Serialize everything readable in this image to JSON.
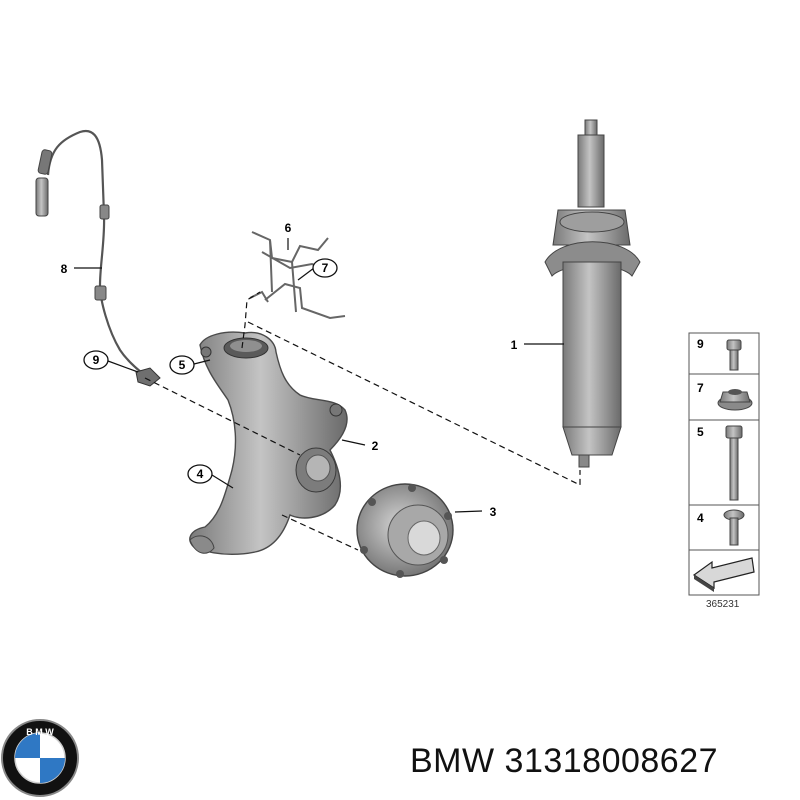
{
  "callouts": [
    {
      "number": "1"
    },
    {
      "number": "2"
    },
    {
      "number": "3"
    },
    {
      "number": "4"
    },
    {
      "number": "5"
    },
    {
      "number": "6"
    },
    {
      "number": "7"
    },
    {
      "number": "8"
    },
    {
      "number": "9"
    }
  ],
  "legend": [
    {
      "number": "9"
    },
    {
      "number": "7"
    },
    {
      "number": "5"
    },
    {
      "number": "4"
    }
  ],
  "diagram_id": "365231",
  "logo": {
    "letters": "BMW",
    "colors": {
      "ring": "#111111",
      "blue": "#2f78c4",
      "white": "#ffffff"
    }
  },
  "caption": "BMW 31318008627",
  "colors": {
    "metal": "#9a9a9a",
    "metal_dark": "#6e6e6e",
    "metal_light": "#c9c9c9",
    "line": "#222222"
  }
}
